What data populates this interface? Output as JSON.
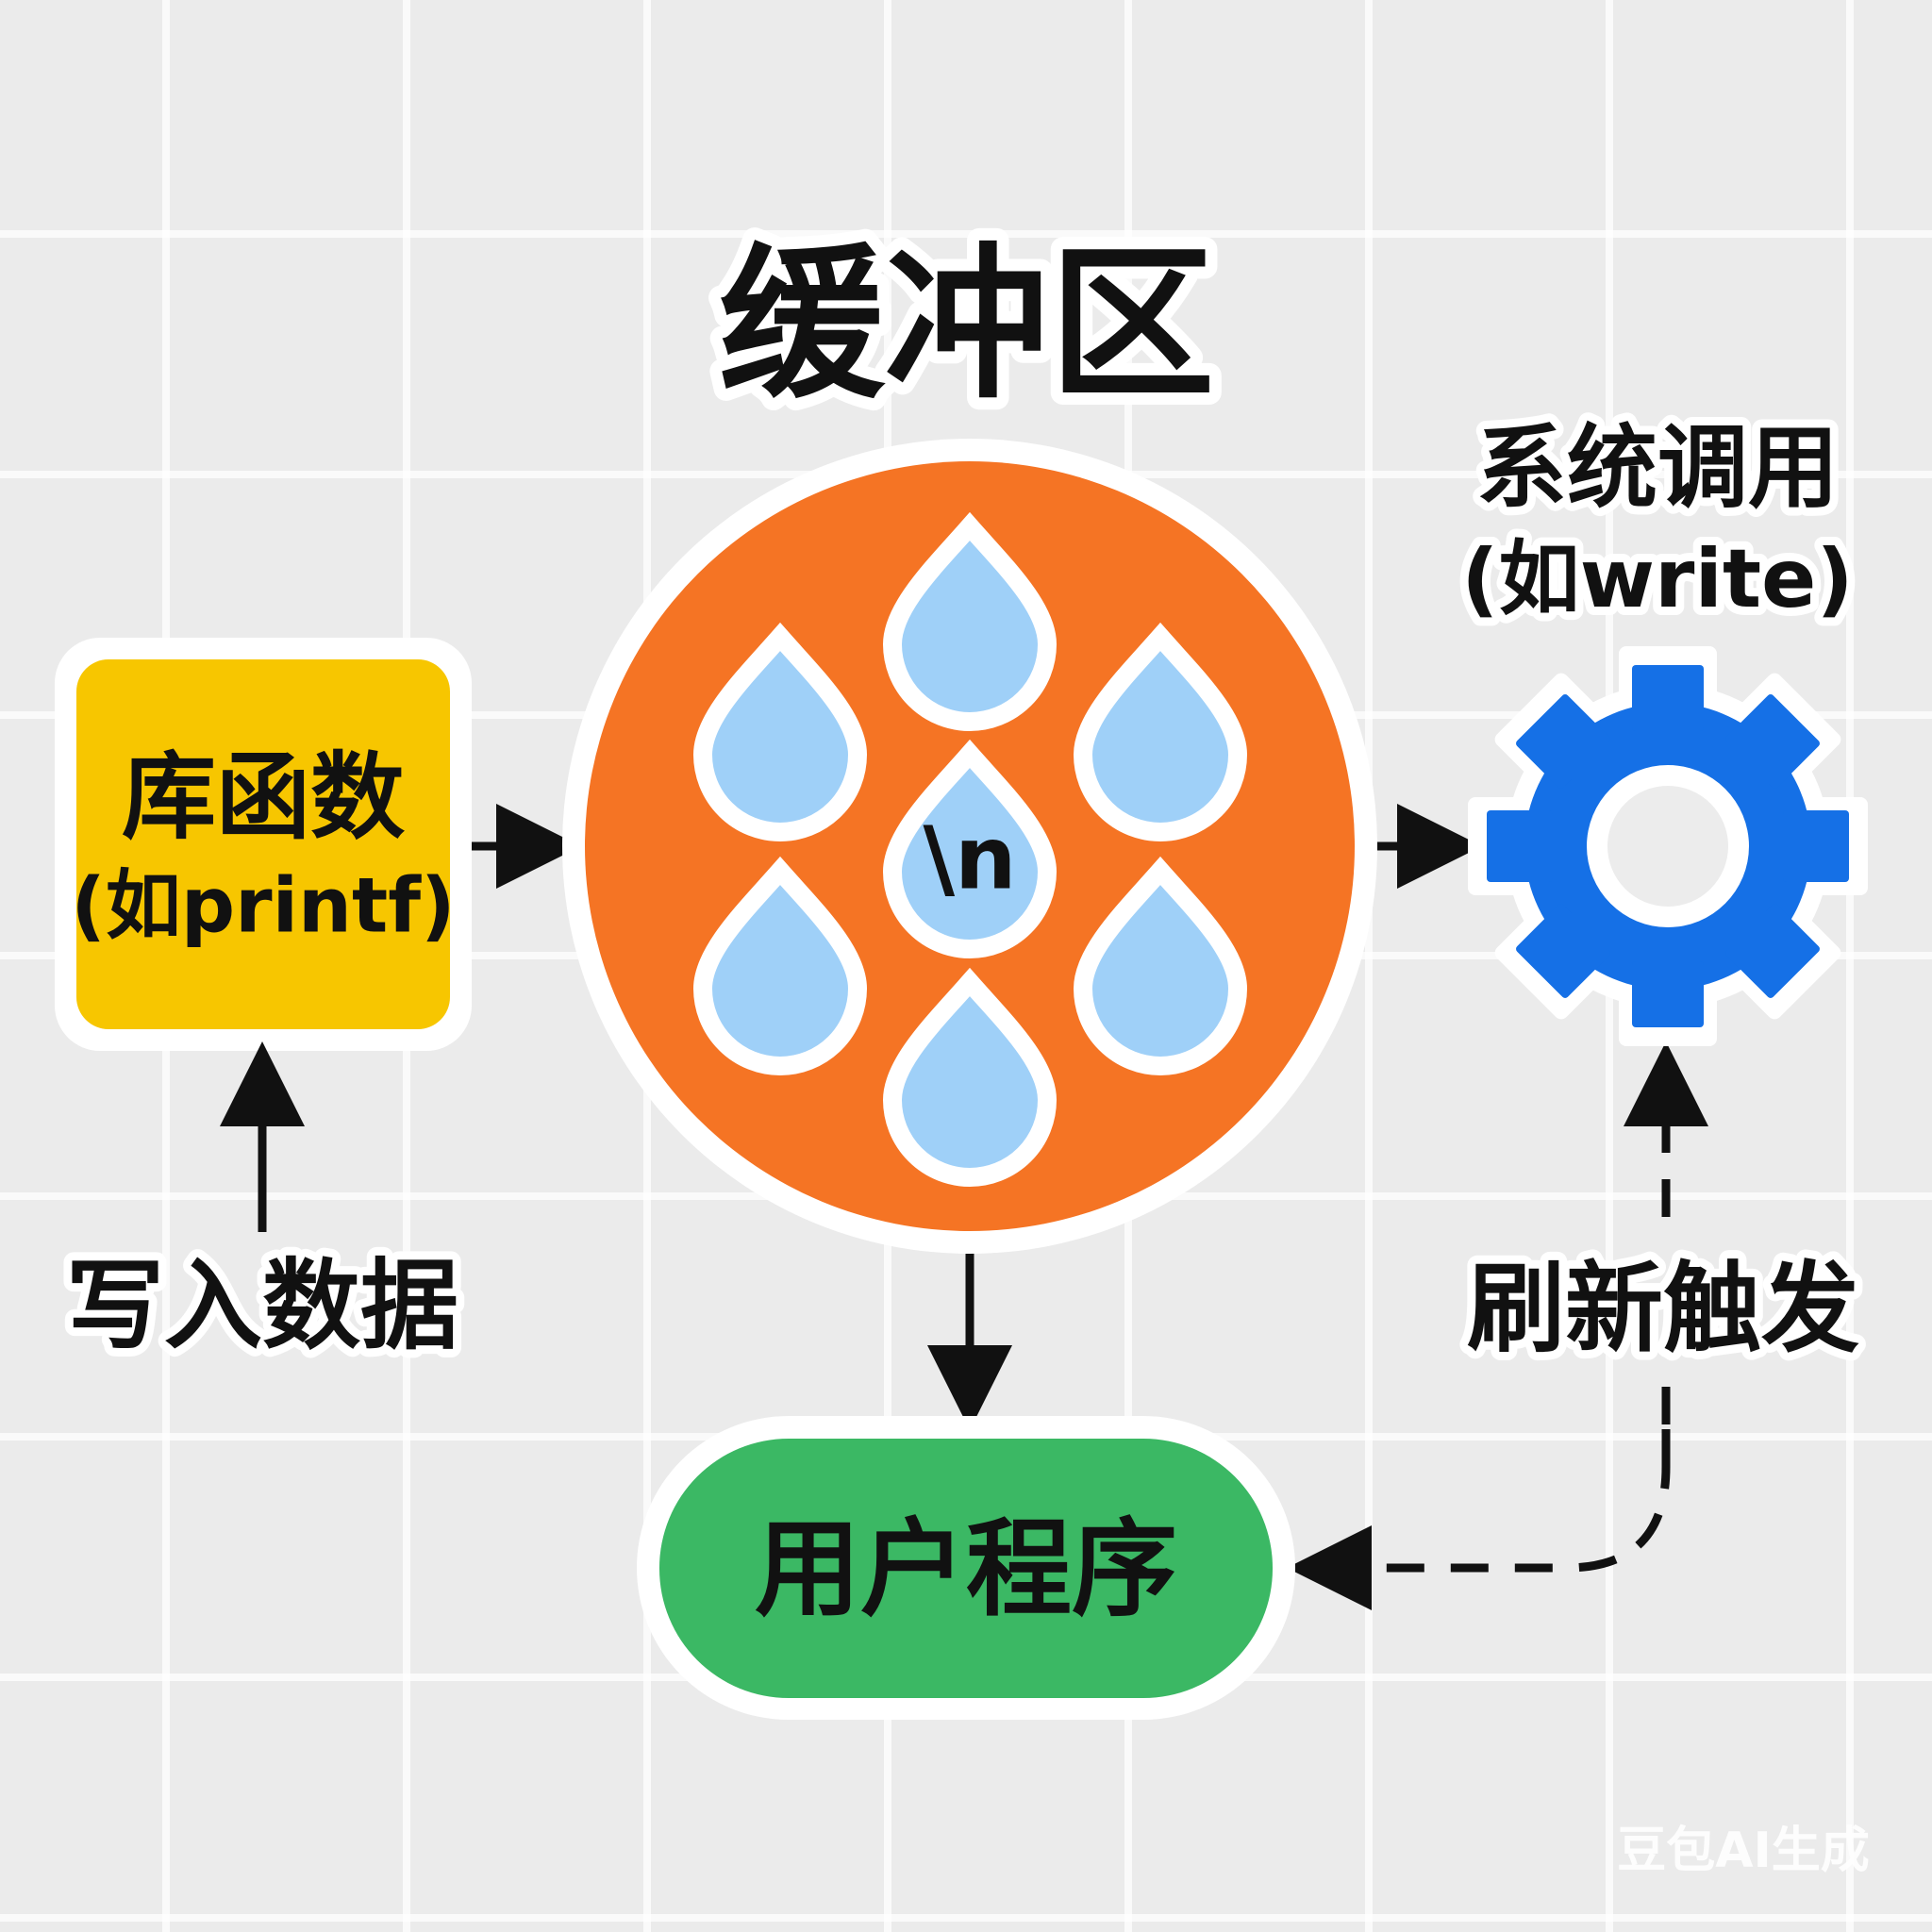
{
  "title": "缓冲区",
  "library_box": {
    "line1": "库函数",
    "line2": "(如printf)"
  },
  "write_label": "写入数据",
  "buffer": {
    "newline_label": "\\n"
  },
  "syscall": {
    "line1": "系统调用",
    "line2": "(如write)"
  },
  "flush_label": "刷新触发",
  "user_program": "用户程序",
  "watermark": "豆包AI生成",
  "colors": {
    "orange": "#f57424",
    "yellow": "#f7c600",
    "green": "#3bb864",
    "blue": "#1570e6",
    "drop": "#9fd0f8"
  }
}
